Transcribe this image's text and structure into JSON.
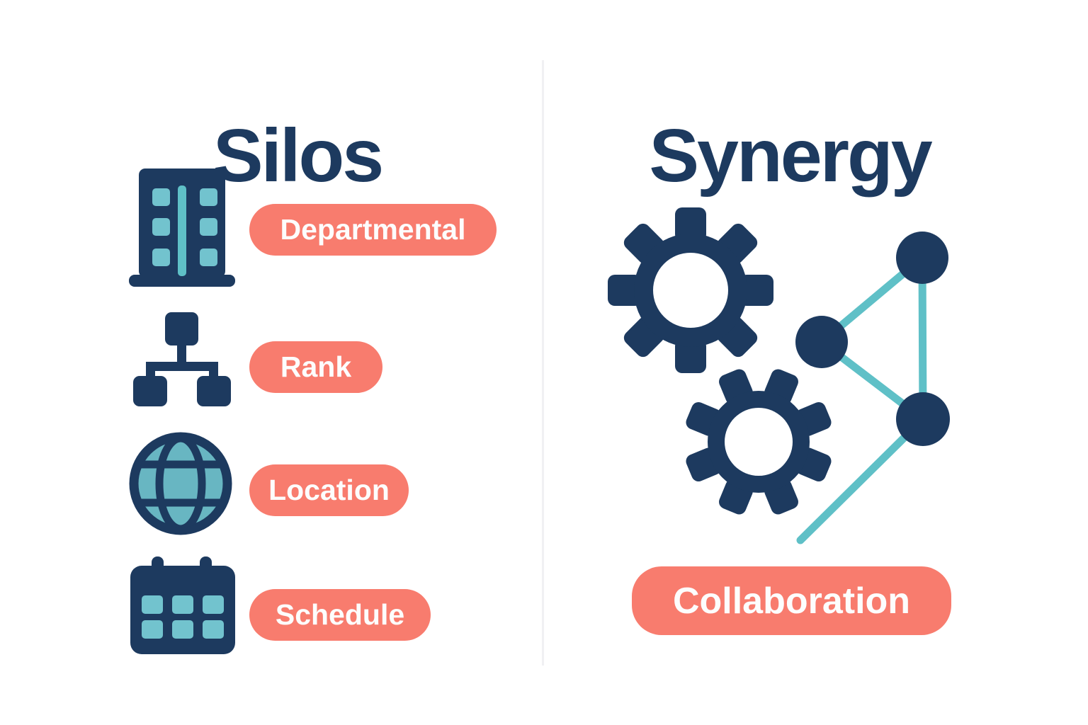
{
  "left": {
    "title": "Silos",
    "items": [
      {
        "icon": "building-icon",
        "label": "Departmental"
      },
      {
        "icon": "org-chart-icon",
        "label": "Rank"
      },
      {
        "icon": "globe-icon",
        "label": "Location"
      },
      {
        "icon": "calendar-icon",
        "label": "Schedule"
      }
    ]
  },
  "right": {
    "title": "Synergy",
    "label": "Collaboration",
    "icons": [
      "gear-large-icon",
      "gear-small-icon",
      "network-nodes-icon"
    ]
  },
  "colors": {
    "navy": "#1d3a5f",
    "coral": "#f87c6e",
    "teal_lines": "#5fc0c7",
    "teal_fill": "#72c3ce",
    "teal_globe": "#68b6c2",
    "pill_text": "#fdfdfd",
    "divider": "#f0f0f3",
    "background": "#ffffff"
  }
}
